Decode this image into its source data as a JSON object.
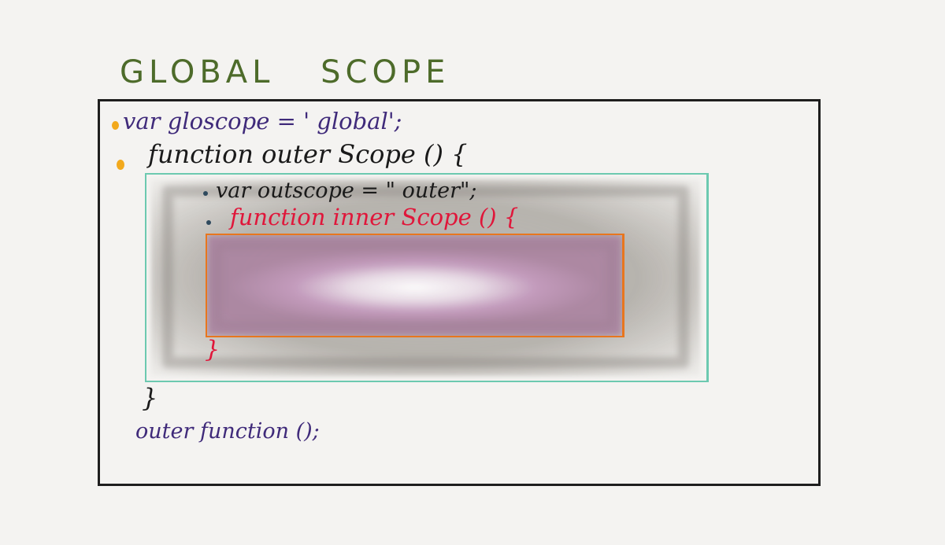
{
  "diagram": {
    "title": "GLOBAL SCOPE",
    "colors": {
      "title": "#4d6b2a",
      "global_border": "#1e1e1e",
      "outer_border": "#6cc9b0",
      "inner_border": "#e8761e",
      "global_text": "#3f2a7a",
      "outer_text": "#1a1a1a",
      "inner_text": "#e0163a",
      "bullet_global": "#f2a91d",
      "bullet_outer": "#2f4a5e"
    },
    "lines": {
      "var_gloscope": "var gloscope = ' global';",
      "function_outer": "function outer Scope () {",
      "var_outscope": "var outscope = \" outer\";",
      "function_inner": "function inner Scope () {",
      "inner_close": "}",
      "outer_close": "}",
      "call_outer": "outer function ();"
    }
  }
}
